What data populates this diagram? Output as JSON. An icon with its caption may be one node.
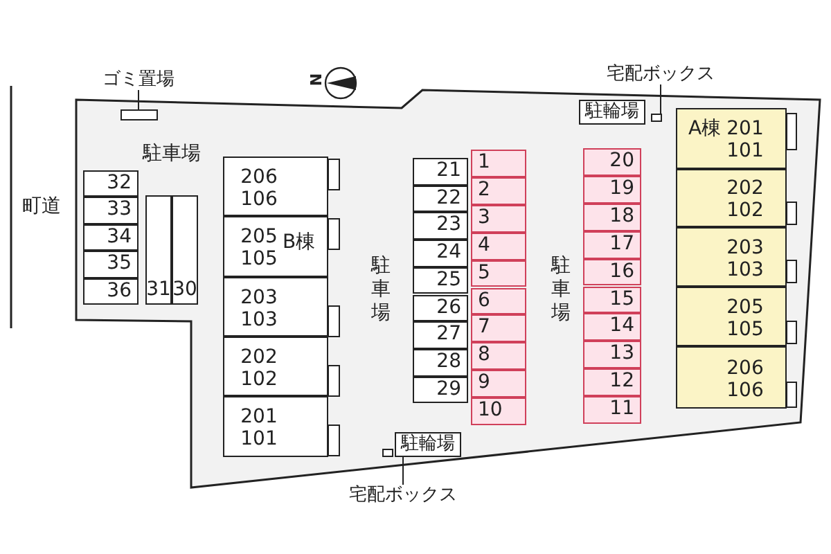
{
  "diagram": {
    "nodes": [
      {
        "text": [
          "ゴミ置場"
        ]
      },
      {
        "text": [],
        "shape": "box"
      },
      {
        "text": [
          "宅配ボックス"
        ]
      },
      {
        "text": [],
        "shape": "box"
      },
      {
        "text": [
          "駐輪場"
        ]
      },
      {
        "text": [
          "32"
        ]
      },
      {
        "text": [
          "33"
        ]
      },
      {
        "text": [
          "34"
        ]
      },
      {
        "text": [
          "35"
        ]
      },
      {
        "text": [
          "36"
        ]
      },
      {
        "text": [
          "31"
        ]
      },
      {
        "text": [
          "30"
        ]
      },
      {
        "text": [
          "206 106"
        ]
      },
      {
        "text": [
          "205 105"
        ]
      },
      {
        "text": [
          "203 103"
        ]
      },
      {
        "text": [
          "202 102"
        ]
      },
      {
        "text": [
          "201 101"
        ]
      },
      {
        "text": [
          "21"
        ]
      },
      {
        "text": [
          "22"
        ]
      },
      {
        "text": [
          "23"
        ]
      },
      {
        "text": [
          "24"
        ]
      },
      {
        "text": [
          "25"
        ]
      },
      {
        "text": [
          "26"
        ]
      },
      {
        "text": [
          "27"
        ]
      },
      {
        "text": [
          "28"
        ]
      },
      {
        "text": [
          "29"
        ]
      },
      {
        "text": [
          "1"
        ]
      },
      {
        "text": [
          "2"
        ]
      },
      {
        "text": [
          "3"
        ]
      },
      {
        "text": [
          "4"
        ]
      },
      {
        "text": [
          "5"
        ]
      },
      {
        "text": [
          "6"
        ]
      },
      {
        "text": [
          "7"
        ]
      },
      {
        "text": [
          "8"
        ]
      },
      {
        "text": [
          "9"
        ]
      },
      {
        "text": [
          "10"
        ]
      },
      {
        "text": [
          "20"
        ]
      },
      {
        "text": [
          "19"
        ]
      },
      {
        "text": [
          "18"
        ]
      },
      {
        "text": [
          "17"
        ]
      },
      {
        "text": [
          "16"
        ]
      },
      {
        "text": [
          "15"
        ]
      },
      {
        "text": [
          "14"
        ]
      },
      {
        "text": [
          "13"
        ]
      },
      {
        "text": [
          "12"
        ]
      },
      {
        "text": [
          "11"
        ]
      },
      {
        "text": [
          "201 101"
        ]
      },
      {
        "text": [
          "202 102"
        ]
      },
      {
        "text": [
          "203 103"
        ]
      },
      {
        "text": [
          "205 105"
        ]
      },
      {
        "text": [
          "206 106"
        ]
      },
      {
        "text": [
          "駐輪場"
        ]
      },
      {
        "text": [],
        "shape": "box"
      },
      {
        "text": [
          "宅配ボックス"
        ]
      }
    ],
    "edges": [
      {
        "from": 0,
        "to": 1,
        "arrow": "none"
      },
      {
        "from": 2,
        "to": 3,
        "arrow": "none"
      },
      {
        "from": 53,
        "to": 52,
        "arrow": "none"
      }
    ],
    "labels": [
      "N",
      "町道",
      "駐車場",
      "B棟",
      "駐車場",
      "駐車場",
      "A棟"
    ]
  }
}
